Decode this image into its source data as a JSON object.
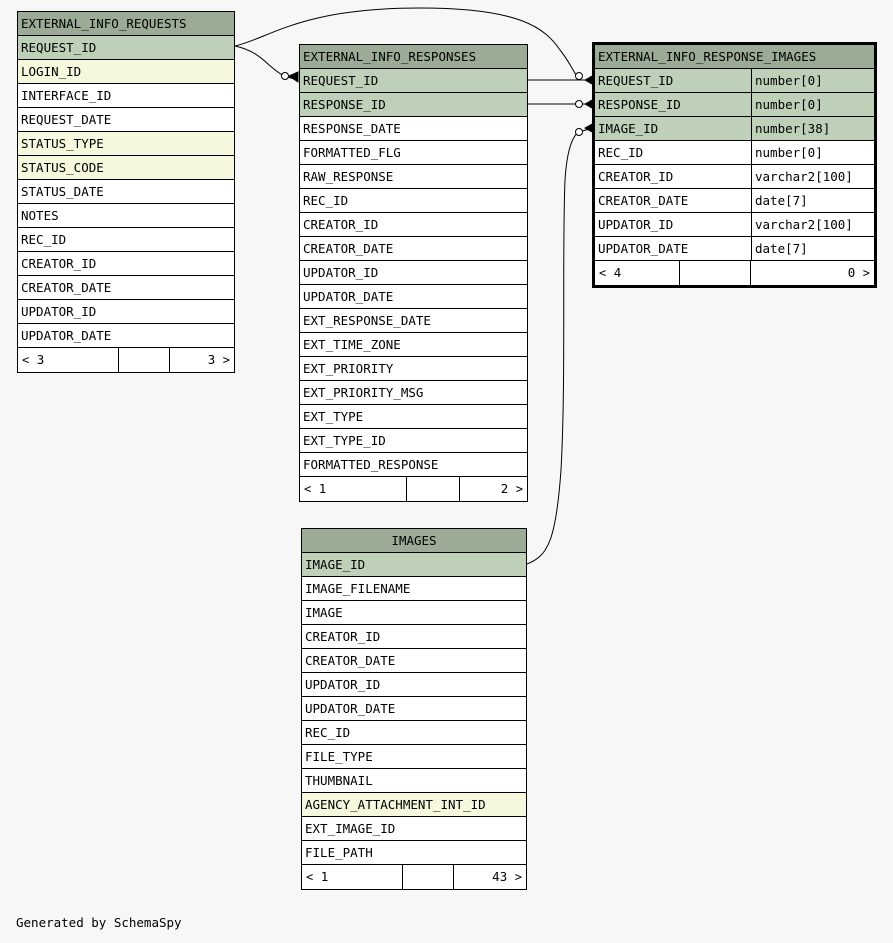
{
  "tables": {
    "requests": {
      "title": "EXTERNAL_INFO_REQUESTS",
      "columns": [
        {
          "name": "REQUEST_ID",
          "style": "pk"
        },
        {
          "name": "LOGIN_ID",
          "style": "idx"
        },
        {
          "name": "INTERFACE_ID",
          "style": "plain"
        },
        {
          "name": "REQUEST_DATE",
          "style": "plain"
        },
        {
          "name": "STATUS_TYPE",
          "style": "idx"
        },
        {
          "name": "STATUS_CODE",
          "style": "idx"
        },
        {
          "name": "STATUS_DATE",
          "style": "plain"
        },
        {
          "name": "NOTES",
          "style": "plain"
        },
        {
          "name": "REC_ID",
          "style": "plain"
        },
        {
          "name": "CREATOR_ID",
          "style": "plain"
        },
        {
          "name": "CREATOR_DATE",
          "style": "plain"
        },
        {
          "name": "UPDATOR_ID",
          "style": "plain"
        },
        {
          "name": "UPDATOR_DATE",
          "style": "plain"
        }
      ],
      "footer": {
        "parents": "3",
        "children": "3"
      }
    },
    "responses": {
      "title": "EXTERNAL_INFO_RESPONSES",
      "columns": [
        {
          "name": "REQUEST_ID",
          "style": "pk"
        },
        {
          "name": "RESPONSE_ID",
          "style": "pk"
        },
        {
          "name": "RESPONSE_DATE",
          "style": "plain"
        },
        {
          "name": "FORMATTED_FLG",
          "style": "plain"
        },
        {
          "name": "RAW_RESPONSE",
          "style": "plain"
        },
        {
          "name": "REC_ID",
          "style": "plain"
        },
        {
          "name": "CREATOR_ID",
          "style": "plain"
        },
        {
          "name": "CREATOR_DATE",
          "style": "plain"
        },
        {
          "name": "UPDATOR_ID",
          "style": "plain"
        },
        {
          "name": "UPDATOR_DATE",
          "style": "plain"
        },
        {
          "name": "EXT_RESPONSE_DATE",
          "style": "plain"
        },
        {
          "name": "EXT_TIME_ZONE",
          "style": "plain"
        },
        {
          "name": "EXT_PRIORITY",
          "style": "plain"
        },
        {
          "name": "EXT_PRIORITY_MSG",
          "style": "plain"
        },
        {
          "name": "EXT_TYPE",
          "style": "plain"
        },
        {
          "name": "EXT_TYPE_ID",
          "style": "plain"
        },
        {
          "name": "FORMATTED_RESPONSE",
          "style": "plain"
        }
      ],
      "footer": {
        "parents": "1",
        "children": "2"
      }
    },
    "response_images": {
      "title": "EXTERNAL_INFO_RESPONSE_IMAGES",
      "columns": [
        {
          "name": "REQUEST_ID",
          "type": "number[0]",
          "style": "pk"
        },
        {
          "name": "RESPONSE_ID",
          "type": "number[0]",
          "style": "pk"
        },
        {
          "name": "IMAGE_ID",
          "type": "number[38]",
          "style": "pk"
        },
        {
          "name": "REC_ID",
          "type": "number[0]",
          "style": "plain"
        },
        {
          "name": "CREATOR_ID",
          "type": "varchar2[100]",
          "style": "plain"
        },
        {
          "name": "CREATOR_DATE",
          "type": "date[7]",
          "style": "plain"
        },
        {
          "name": "UPDATOR_ID",
          "type": "varchar2[100]",
          "style": "plain"
        },
        {
          "name": "UPDATOR_DATE",
          "type": "date[7]",
          "style": "plain"
        }
      ],
      "footer": {
        "parents": "4",
        "children": "0"
      }
    },
    "images": {
      "title": "IMAGES",
      "columns": [
        {
          "name": "IMAGE_ID",
          "style": "pk"
        },
        {
          "name": "IMAGE_FILENAME",
          "style": "plain"
        },
        {
          "name": "IMAGE",
          "style": "plain"
        },
        {
          "name": "CREATOR_ID",
          "style": "plain"
        },
        {
          "name": "CREATOR_DATE",
          "style": "plain"
        },
        {
          "name": "UPDATOR_ID",
          "style": "plain"
        },
        {
          "name": "UPDATOR_DATE",
          "style": "plain"
        },
        {
          "name": "REC_ID",
          "style": "plain"
        },
        {
          "name": "FILE_TYPE",
          "style": "plain"
        },
        {
          "name": "THUMBNAIL",
          "style": "plain"
        },
        {
          "name": "AGENCY_ATTACHMENT_INT_ID",
          "style": "idx"
        },
        {
          "name": "EXT_IMAGE_ID",
          "style": "plain"
        },
        {
          "name": "FILE_PATH",
          "style": "plain"
        }
      ],
      "footer": {
        "parents": "1",
        "children": "43"
      }
    }
  },
  "icons": {
    "parents_arrow": "<",
    "children_arrow": ">"
  },
  "colors": {
    "header": "#9bab96",
    "primary_key": "#bed1b8",
    "indexed": "#f5f8dc",
    "background": "#f7f7f7"
  },
  "footer_text": "Generated by SchemaSpy"
}
